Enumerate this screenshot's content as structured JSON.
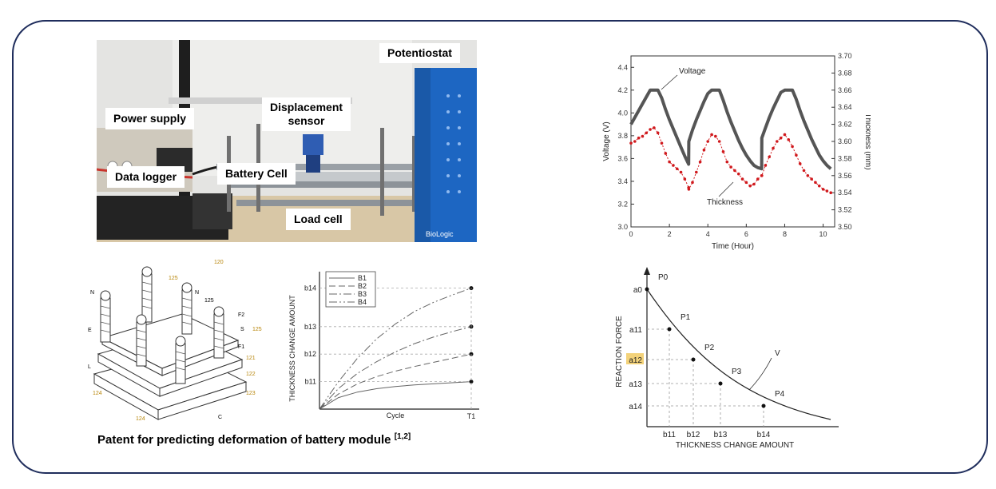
{
  "photo": {
    "labels": {
      "potentiostat": "Potentiostat",
      "power_supply": "Power supply",
      "displacement_sensor": "Displacement\nsensor",
      "data_logger": "Data logger",
      "battery_cell": "Battery Cell",
      "load_cell": "Load cell"
    },
    "brand": "BioLogic"
  },
  "patent_drawing": {
    "ref_labels": [
      "120",
      "125",
      "125",
      "125",
      "121",
      "122",
      "123",
      "124",
      "124",
      "C",
      "N",
      "N",
      "E",
      "L",
      "F2",
      "S",
      "F1"
    ]
  },
  "caption": {
    "text": "Patent for predicting deformation of battery module",
    "refs": "[1,2]"
  },
  "chart_data": [
    {
      "type": "line",
      "x": [
        0,
        0.2,
        0.4,
        0.6,
        0.8,
        1.0,
        1.2,
        1.4,
        1.6,
        1.8,
        2.0,
        2.2,
        2.4,
        2.6,
        2.8,
        3.0,
        3.01,
        3.2,
        3.4,
        3.6,
        3.8,
        4.0,
        4.2,
        4.4,
        4.6,
        4.8,
        5.0,
        5.2,
        5.4,
        5.6,
        5.8,
        6.0,
        6.2,
        6.4,
        6.6,
        6.8,
        6.81,
        7.0,
        7.2,
        7.4,
        7.6,
        7.8,
        8.0,
        8.2,
        8.4,
        8.6,
        8.8,
        9.0,
        9.2,
        9.4,
        9.6,
        9.8,
        10.0,
        10.2,
        10.4
      ],
      "series": [
        {
          "name": "Voltage",
          "axis": "left",
          "values": [
            3.9,
            3.96,
            4.02,
            4.08,
            4.14,
            4.2,
            4.2,
            4.2,
            4.13,
            4.03,
            3.94,
            3.86,
            3.78,
            3.7,
            3.62,
            3.55,
            3.75,
            3.85,
            3.94,
            4.02,
            4.1,
            4.17,
            4.2,
            4.2,
            4.2,
            4.11,
            4.01,
            3.92,
            3.84,
            3.76,
            3.69,
            3.63,
            3.58,
            3.54,
            3.52,
            3.51,
            3.78,
            3.87,
            3.96,
            4.04,
            4.11,
            4.18,
            4.2,
            4.2,
            4.2,
            4.12,
            4.02,
            3.93,
            3.85,
            3.77,
            3.7,
            3.63,
            3.58,
            3.54,
            3.51
          ]
        },
        {
          "name": "Thickness",
          "axis": "right",
          "values": [
            3.598,
            3.6,
            3.604,
            3.606,
            3.61,
            3.614,
            3.616,
            3.61,
            3.598,
            3.586,
            3.576,
            3.572,
            3.568,
            3.564,
            3.556,
            3.546,
            3.544,
            3.552,
            3.564,
            3.576,
            3.59,
            3.6,
            3.608,
            3.606,
            3.6,
            3.588,
            3.576,
            3.57,
            3.566,
            3.562,
            3.556,
            3.552,
            3.548,
            3.55,
            3.556,
            3.56,
            3.56,
            3.572,
            3.582,
            3.592,
            3.6,
            3.604,
            3.608,
            3.602,
            3.594,
            3.584,
            3.574,
            3.566,
            3.56,
            3.556,
            3.552,
            3.548,
            3.544,
            3.542,
            3.54
          ]
        }
      ],
      "xlabel": "Time (Hour)",
      "ylabel": "Voltage (V)",
      "y2label": "Thickness (mm)",
      "xlim": [
        0,
        10.6
      ],
      "ylim": [
        3.0,
        4.5
      ],
      "y2lim": [
        3.5,
        3.7
      ],
      "xticks": [
        0,
        2,
        4,
        6,
        8,
        10
      ],
      "yticks": [
        3.0,
        3.2,
        3.4,
        3.6,
        3.8,
        4.0,
        4.2,
        4.4
      ],
      "y2ticks": [
        3.5,
        3.52,
        3.54,
        3.56,
        3.58,
        3.6,
        3.62,
        3.64,
        3.66,
        3.68,
        3.7
      ],
      "annotations": [
        "Voltage",
        "Thickness"
      ],
      "colors": {
        "Voltage": "#555555",
        "Thickness": "#d0191d"
      }
    },
    {
      "type": "line",
      "x": [
        0,
        0.125,
        0.25,
        0.375,
        0.5,
        0.625,
        0.75,
        0.875,
        1.0
      ],
      "series": [
        {
          "name": "B1",
          "values": [
            0,
            0.42,
            0.62,
            0.74,
            0.82,
            0.88,
            0.92,
            0.96,
            1.0
          ],
          "end_label": "b11"
        },
        {
          "name": "B2",
          "values": [
            0,
            0.55,
            0.92,
            1.18,
            1.38,
            1.55,
            1.7,
            1.85,
            2.0
          ],
          "end_label": "b12"
        },
        {
          "name": "B3",
          "values": [
            0,
            0.75,
            1.3,
            1.72,
            2.08,
            2.38,
            2.62,
            2.82,
            3.0
          ],
          "end_label": "b13"
        },
        {
          "name": "B4",
          "values": [
            0,
            1.0,
            1.85,
            2.55,
            3.1,
            3.55,
            3.88,
            4.15,
            4.4
          ],
          "end_label": "b14"
        }
      ],
      "xlabel": "Cycle",
      "ylabel": "THICKNESS CHANGE AMOUNT",
      "xticks": [
        "T1"
      ],
      "yticks": [
        "b11",
        "b12",
        "b13",
        "b14"
      ],
      "legend": "top-left"
    },
    {
      "type": "line",
      "points": [
        {
          "label": "P0",
          "x": 0,
          "y": "a0"
        },
        {
          "label": "P1",
          "x": "b11",
          "y": "a11"
        },
        {
          "label": "P2",
          "x": "b12",
          "y": "a12"
        },
        {
          "label": "P3",
          "x": "b13",
          "y": "a13"
        },
        {
          "label": "P4",
          "x": "b14",
          "y": "a14"
        }
      ],
      "curve_label": "V",
      "xlabel": "THICKNESS CHANGE AMOUNT",
      "ylabel": "REACTION FORCE",
      "xticks": [
        "b11",
        "b12",
        "b13",
        "b14"
      ],
      "yticks": [
        "a0",
        "a11",
        "a12",
        "a13",
        "a14"
      ],
      "highlight_tick": "a12",
      "highlight_color": "#f3d27a"
    }
  ]
}
